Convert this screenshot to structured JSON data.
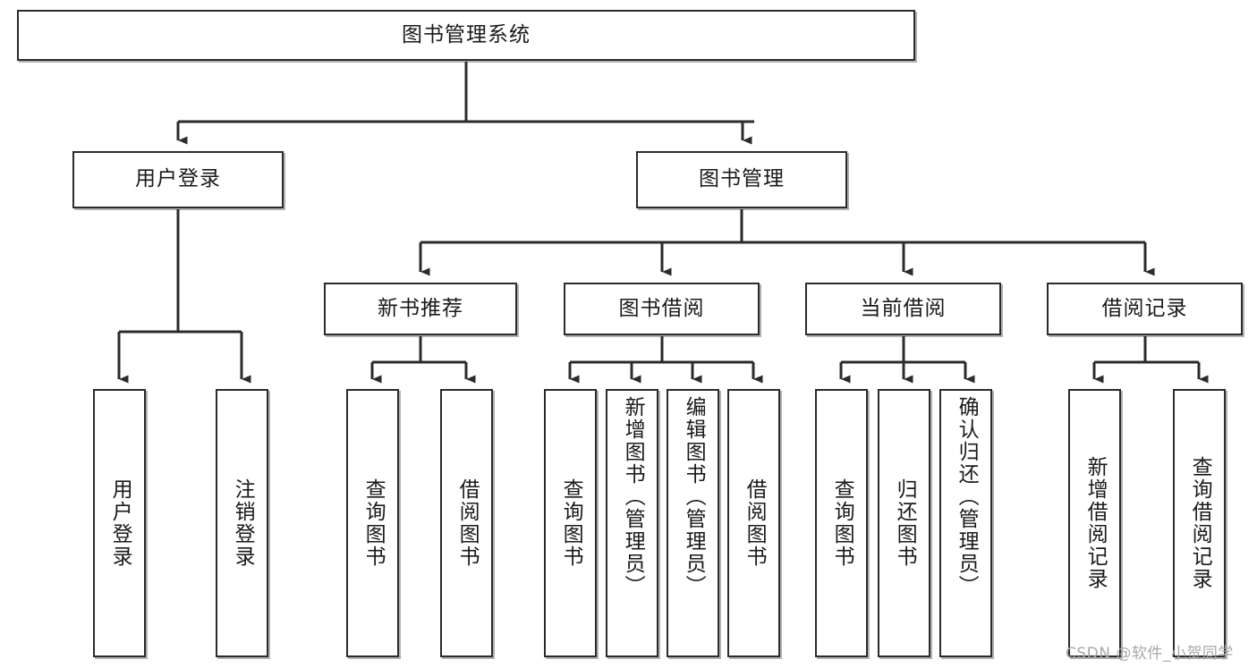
{
  "diagram": {
    "type": "tree-hierarchy-chart",
    "title": "图书管理系统",
    "orientation": "top-down",
    "colors": {
      "box_border": "#2b2b2b",
      "box_fill": "#ffffff",
      "edge": "#2b2b2b",
      "text": "#1a1a1a",
      "watermark": "#a8a8a8",
      "background": "#ffffff"
    },
    "root": {
      "id": "root",
      "label": "图书管理系统"
    },
    "level2": [
      {
        "id": "user-login",
        "label": "用户登录"
      },
      {
        "id": "book-manage",
        "label": "图书管理"
      }
    ],
    "level3": [
      {
        "id": "new-book-rec",
        "label": "新书推荐",
        "parent": "book-manage"
      },
      {
        "id": "book-borrow",
        "label": "图书借阅",
        "parent": "book-manage"
      },
      {
        "id": "current-borrow",
        "label": "当前借阅",
        "parent": "book-manage"
      },
      {
        "id": "borrow-record",
        "label": "借阅记录",
        "parent": "book-manage"
      }
    ],
    "leaves": [
      {
        "id": "leaf-user-login",
        "label": "用户登录",
        "parent": "user-login"
      },
      {
        "id": "leaf-logout",
        "label": "注销登录",
        "parent": "user-login"
      },
      {
        "id": "leaf-query-book-rec",
        "label": "查询图书",
        "parent": "new-book-rec"
      },
      {
        "id": "leaf-borrow-book-rec",
        "label": "借阅图书",
        "parent": "new-book-rec"
      },
      {
        "id": "leaf-query-book-borrow",
        "label": "查询图书",
        "parent": "book-borrow"
      },
      {
        "id": "leaf-add-book",
        "label": "新增图书（管理员）",
        "parent": "book-borrow"
      },
      {
        "id": "leaf-edit-book",
        "label": "编辑图书（管理员）",
        "parent": "book-borrow"
      },
      {
        "id": "leaf-borrow-book",
        "label": "借阅图书",
        "parent": "book-borrow"
      },
      {
        "id": "leaf-query-book-current",
        "label": "查询图书",
        "parent": "current-borrow"
      },
      {
        "id": "leaf-return-book",
        "label": "归还图书",
        "parent": "current-borrow"
      },
      {
        "id": "leaf-confirm-return",
        "label": "确认归还（管理员）",
        "parent": "current-borrow"
      },
      {
        "id": "leaf-add-record",
        "label": "新增借阅记录",
        "parent": "borrow-record"
      },
      {
        "id": "leaf-query-record",
        "label": "查询借阅记录",
        "parent": "borrow-record"
      }
    ]
  },
  "watermark": {
    "text": "CSDN @软件_小贺同学"
  }
}
